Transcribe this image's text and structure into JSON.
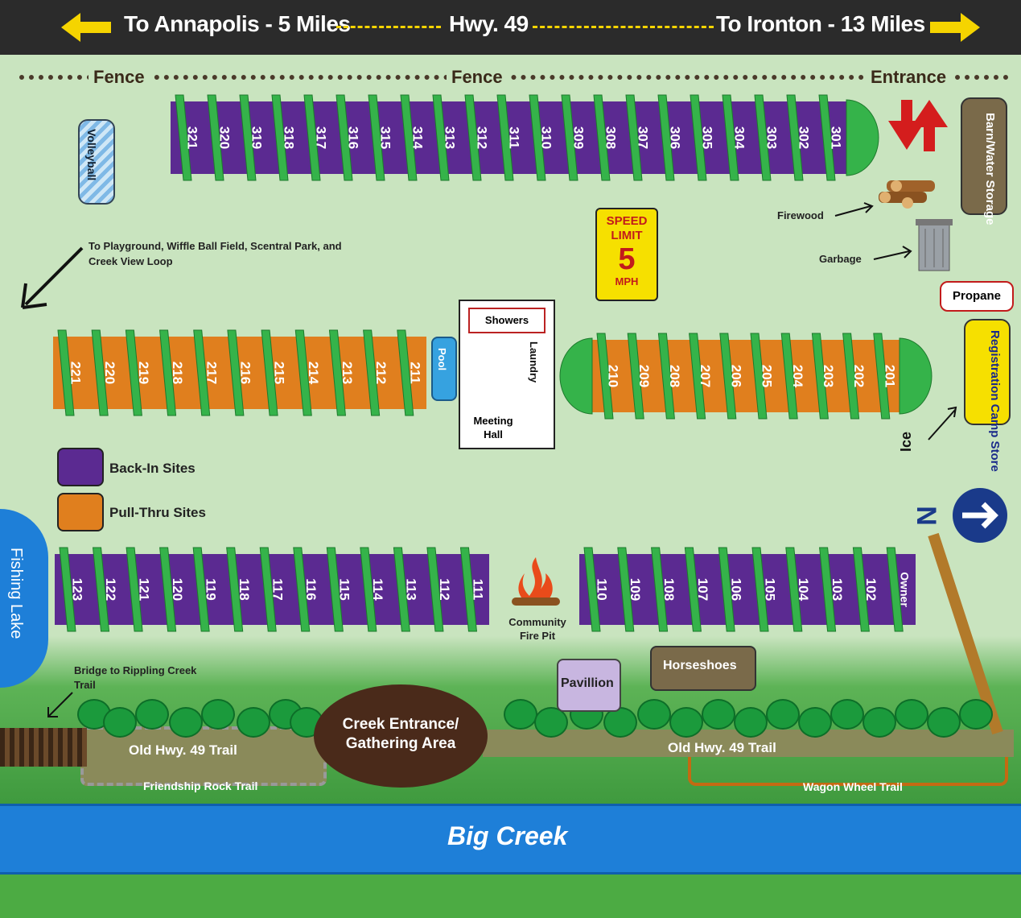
{
  "highway": {
    "left_text": "To Annapolis - 5 Miles",
    "center_text": "Hwy. 49",
    "right_text": "To Ironton - 13 Miles",
    "arrow_color": "#f5d400"
  },
  "fence_labels": [
    "Fence",
    "Fence",
    "Entrance"
  ],
  "rows": {
    "row_300": [
      "321",
      "320",
      "319",
      "318",
      "317",
      "316",
      "315",
      "314",
      "313",
      "312",
      "311",
      "310",
      "309",
      "308",
      "307",
      "306",
      "305",
      "304",
      "303",
      "302",
      "301"
    ],
    "row_200_left": [
      "221",
      "220",
      "219",
      "218",
      "217",
      "216",
      "215",
      "214",
      "213",
      "212",
      "211"
    ],
    "row_200_right": [
      "210",
      "209",
      "208",
      "207",
      "206",
      "205",
      "204",
      "203",
      "202",
      "201"
    ],
    "row_100_left": [
      "123",
      "122",
      "121",
      "120",
      "119",
      "118",
      "117",
      "116",
      "115",
      "114",
      "113",
      "112",
      "111"
    ],
    "row_100_right": [
      "110",
      "109",
      "108",
      "107",
      "106",
      "105",
      "104",
      "103",
      "102",
      "Owner"
    ]
  },
  "colors": {
    "back_in": "#5b2a91",
    "pull_thru": "#e07f1e",
    "pad_green": "#35b34a",
    "creek": "#1e7fd8",
    "highway": "#2b2b2b"
  },
  "labels": {
    "volleyball": "Volleyball",
    "playground": "To Playground, Wiffle Ball Field, Scentral Park, and Creek View Loop",
    "speed_line1": "SPEED",
    "speed_line2": "LIMIT",
    "speed_num": "5",
    "speed_unit": "MPH",
    "barn": "Barn/Water Storage",
    "firewood": "Firewood",
    "garbage": "Garbage",
    "propane": "Propane",
    "registration": "Registration Camp Store",
    "ice": "Ice",
    "pool": "Pool",
    "showers": "Showers",
    "laundry": "Laundry",
    "meeting_hall": "Meeting Hall",
    "back_in_sites": "Back-In Sites",
    "pull_thru_sites": "Pull-Thru Sites",
    "north": "N",
    "fishing_lake": "Fishing Lake",
    "fire_pit": "Community Fire Pit",
    "bridge": "Bridge to Rippling Creek Trail",
    "pavillion": "Pavillion",
    "horseshoes": "Horseshoes",
    "creek_entrance": "Creek Entrance/ Gathering Area",
    "old_hwy_left": "Old Hwy. 49 Trail",
    "old_hwy_right": "Old Hwy. 49 Trail",
    "friendship": "Friendship Rock Trail",
    "wagon": "Wagon Wheel Trail",
    "big_creek": "Big Creek"
  }
}
